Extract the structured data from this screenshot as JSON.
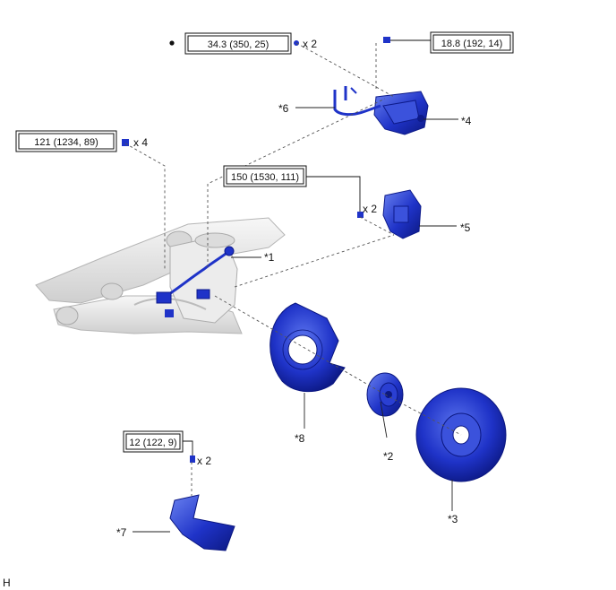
{
  "torque_specs": [
    {
      "id": "caliper-bolt-upper",
      "value": "34.3 (350, 25)",
      "qty": "x 2",
      "marked": true
    },
    {
      "id": "bleeder-bolt",
      "value": "18.8 (192, 14)"
    },
    {
      "id": "knuckle-bolt",
      "value": "121 (1234, 89)",
      "qty": "x 4"
    },
    {
      "id": "bracket-bolt",
      "value": "150 (1530, 111)",
      "qty": "x 2"
    },
    {
      "id": "cover-screw",
      "value": "12 (122, 9)",
      "qty": "x 2"
    }
  ],
  "callouts": {
    "c1": "*1",
    "c2": "*2",
    "c3": "*3",
    "c4": "*4",
    "c5": "*5",
    "c6": "*6",
    "c7": "*7",
    "c8": "*8"
  },
  "corner_code": "H",
  "colors": {
    "part": "#1f33c8",
    "part_dark": "#0d1a8a",
    "part_light": "#6a82f0",
    "suspension": "#e6e6e6"
  }
}
